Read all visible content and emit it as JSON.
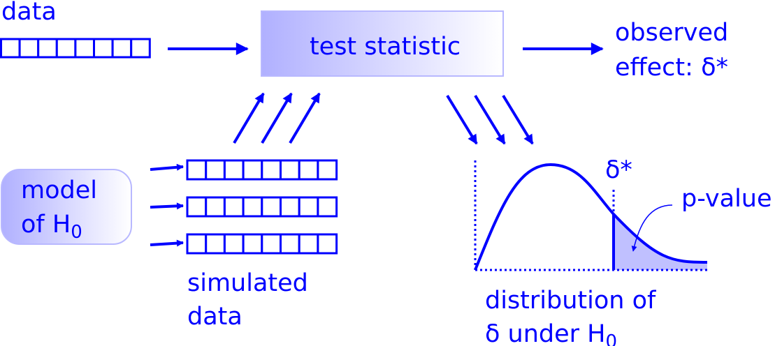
{
  "labels": {
    "data": "data",
    "test_statistic": "test statistic",
    "observed_line1": "observed",
    "observed_line2": "effect: δ*",
    "model_line1": "model",
    "model_line2": "of H",
    "model_sub": "0",
    "simulated_line1": "simulated",
    "simulated_line2": "data",
    "delta_star": "δ*",
    "p_value": "p-value",
    "distribution_line1": "distribution of",
    "distribution_line2": "δ under H",
    "distribution_sub": "0"
  },
  "colors": {
    "accent": "#0000ff",
    "fill_light": "#b4b4ff",
    "box_stroke": "#b8b8ff"
  }
}
